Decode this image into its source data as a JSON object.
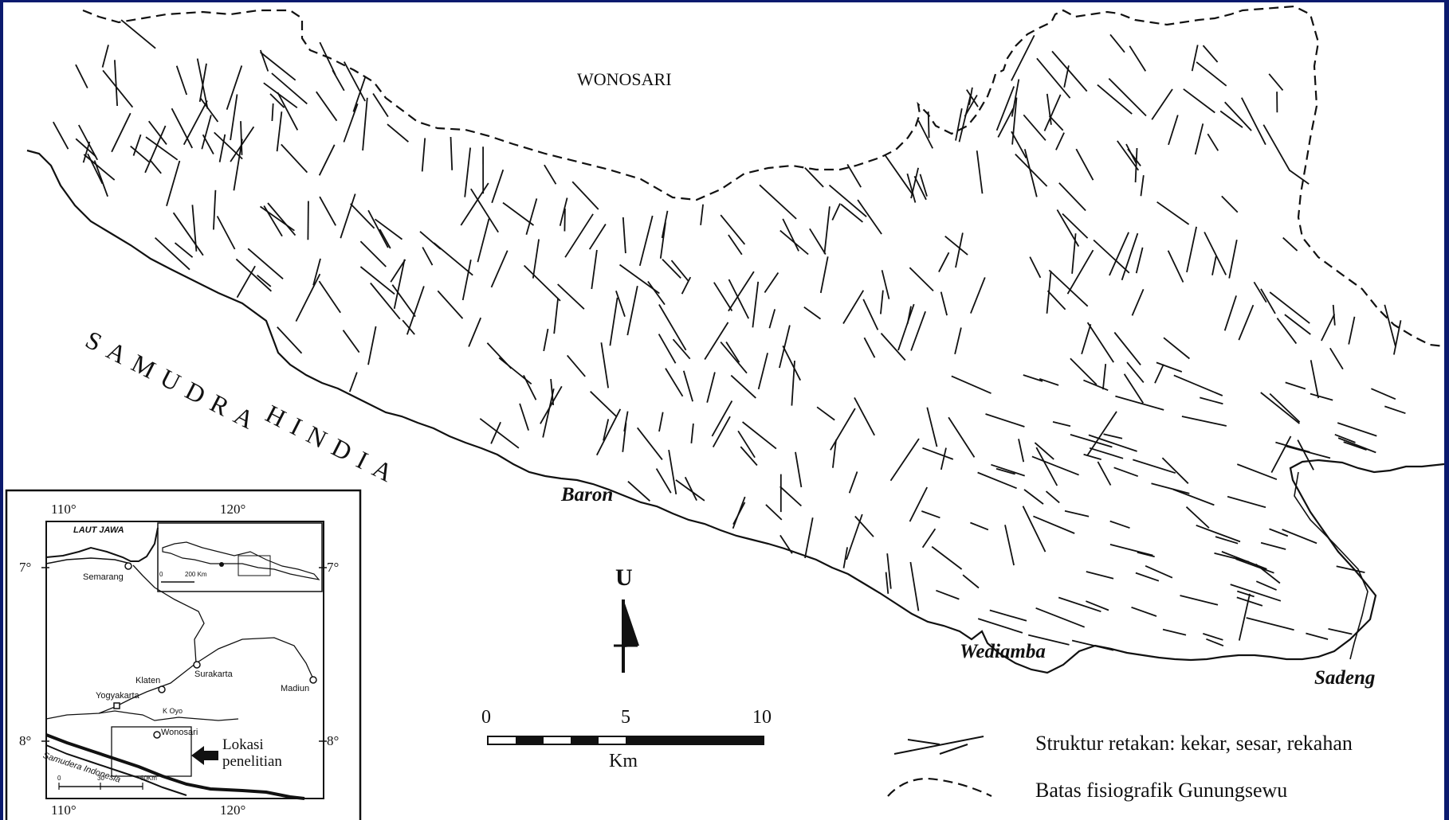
{
  "map": {
    "town_label": "WONOSARI",
    "sea_label_1": "SAMUDRA",
    "sea_label_2": "HINDIA",
    "places": [
      "Baron",
      "Wediamba",
      "Sadeng"
    ]
  },
  "north_arrow": {
    "label": "U"
  },
  "scale_bar": {
    "ticks": [
      "0",
      "5",
      "10"
    ],
    "unit": "Km"
  },
  "legend": {
    "items": [
      {
        "text": "Struktur retakan: kekar, sesar, rekahan"
      },
      {
        "text": "Batas fisiografik Gunungsewu"
      }
    ]
  },
  "inset": {
    "lon_labels": [
      "110°",
      "120°"
    ],
    "lat_labels": [
      "7°",
      "8°"
    ],
    "sea_north": "LAUT JAWA",
    "sea_south": "Samudera Indonesia",
    "cities": [
      "Semarang",
      "Surakarta",
      "Madiun",
      "Klaten",
      "Yogyakarta",
      "Wonosari"
    ],
    "river": "K Oyo",
    "mini_scale": [
      "0",
      "200 Km"
    ],
    "bottom_scale": [
      "0",
      "30",
      "60Km"
    ],
    "callout": [
      "Lokasi",
      "penelitian"
    ]
  },
  "colors": {
    "frame": "#0b1a6e",
    "paper": "#ffffff",
    "ink": "#111111"
  }
}
